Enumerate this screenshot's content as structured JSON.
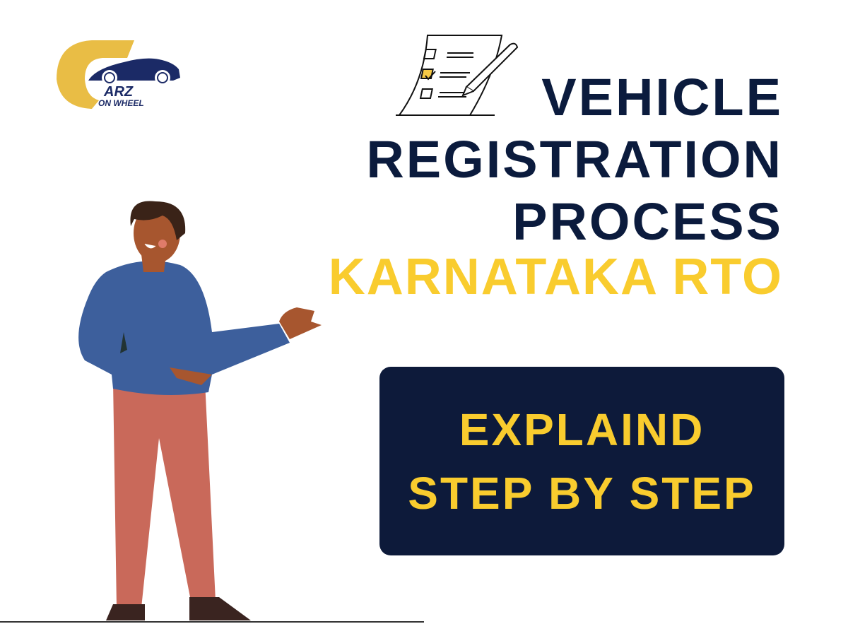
{
  "logo": {
    "brand": "ARZ",
    "tagline": "ON WHEEL",
    "colors": {
      "gold": "#e9bd45",
      "navy": "#1b2a66"
    }
  },
  "heading": {
    "lines": [
      "VEHICLE",
      "REGISTRATION",
      "PROCESS"
    ],
    "subtitle": "KARNATAKA RTO"
  },
  "callout": {
    "lines": [
      "EXPLAIND",
      "STEP BY STEP"
    ]
  },
  "colors": {
    "navy": "#0b1b3d",
    "yellow": "#f9cc2e",
    "box": "#0d1a3a"
  },
  "icons": [
    "checklist-document-icon",
    "pen-icon"
  ]
}
